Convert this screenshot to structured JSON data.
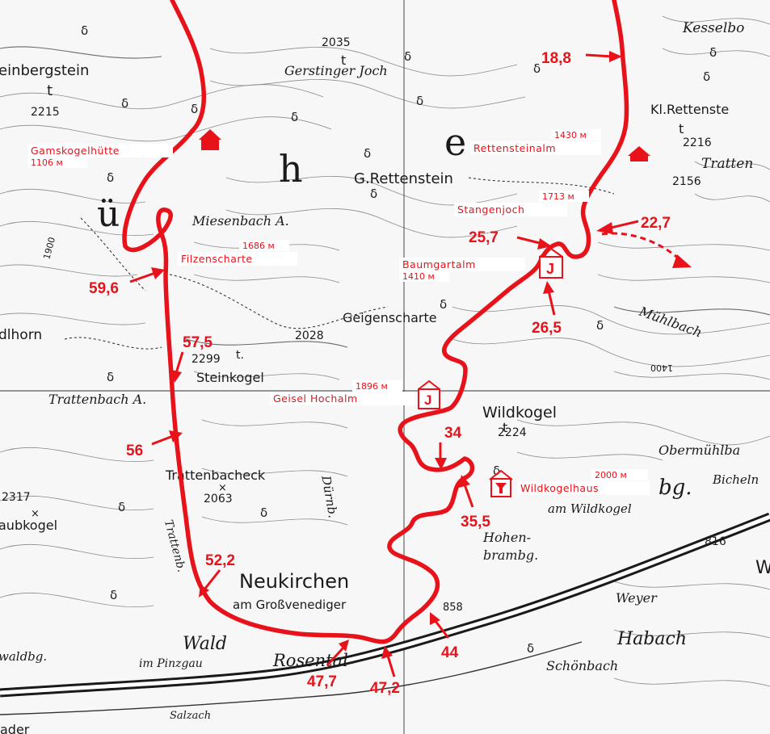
{
  "map_labels": {
    "einbergstein": "einbergstein",
    "p2215": "2215",
    "p2035": "2035",
    "gerstinger_joch": "Gerstinger Joch",
    "kesselbg": "Kesselbo",
    "kl_rettenstein": "Kl.Rettenste",
    "p2216": "2216",
    "tratten": "Tratten",
    "p2156": "2156",
    "g_rettenstein": "G.Rettenstein",
    "miesenbach": "Miesenbach A.",
    "geigenscharte": "Geigenscharte",
    "p2028": "2028",
    "dlhorn": "dlhorn",
    "p2299": "2299",
    "steinkogel": "Steinkogel",
    "trattenbach_a": "Trattenbach A.",
    "wildkogel": "Wildkogel",
    "p2224": "2224",
    "obermuehlba": "Obermühlba",
    "bicheln": "Bicheln",
    "trattenbacheck": "Trattenbacheck",
    "p2063": "2063",
    "p2317": "2317",
    "aubkogel": "aubkogel",
    "am_wildkogel": "am Wildkogel",
    "hohenbrambg": "Hohen-",
    "hohenbrambg2": "brambg.",
    "p816": "816",
    "neukirchen": "Neukirchen",
    "am_grossvenediger": "am Großvenediger",
    "p858": "858",
    "weyer": "Weyer",
    "habach": "Habach",
    "wald": "Wald",
    "im_pinzgau": "im Pinzgau",
    "rosental": "Rosental",
    "schoenbach": "Schönbach",
    "waldbg": "waldbg.",
    "muehlbach": "Mühlbach",
    "p1400": "1400",
    "p1900": "1900",
    "duernb": "Dürnb.",
    "trattenb": "Trattenb.",
    "salzach": "Salzach",
    "ue": "ü",
    "h": "h",
    "e": "e",
    "bg": "bg.",
    "ader": "ader",
    "w": "W"
  },
  "huts": [
    {
      "name": "Gamskogelhütte",
      "elevation": "1106 м"
    },
    {
      "name": "Rettensteinalm",
      "elevation": "1430 м"
    },
    {
      "name": "Stangenjoch",
      "elevation": "1713 м"
    },
    {
      "name": "Filzenscharte",
      "elevation": "1686 м"
    },
    {
      "name": "Baumgartalm",
      "elevation": "1410 м"
    },
    {
      "name": "Geisel Hochalm",
      "elevation": "1896 м"
    },
    {
      "name": "Wildkogelhaus",
      "elevation": "2000 м"
    }
  ],
  "km_markers": [
    "18,8",
    "22,7",
    "25,7",
    "26,5",
    "59,6",
    "57,5",
    "56",
    "34",
    "35,5",
    "52,2",
    "44",
    "47,7",
    "47,2"
  ],
  "icons": {
    "hut": "house-icon",
    "j_marker": "j-sign-icon",
    "lodge": "lodge-icon"
  },
  "colors": {
    "route": "#e8121a",
    "base": "#1a1a1a"
  }
}
